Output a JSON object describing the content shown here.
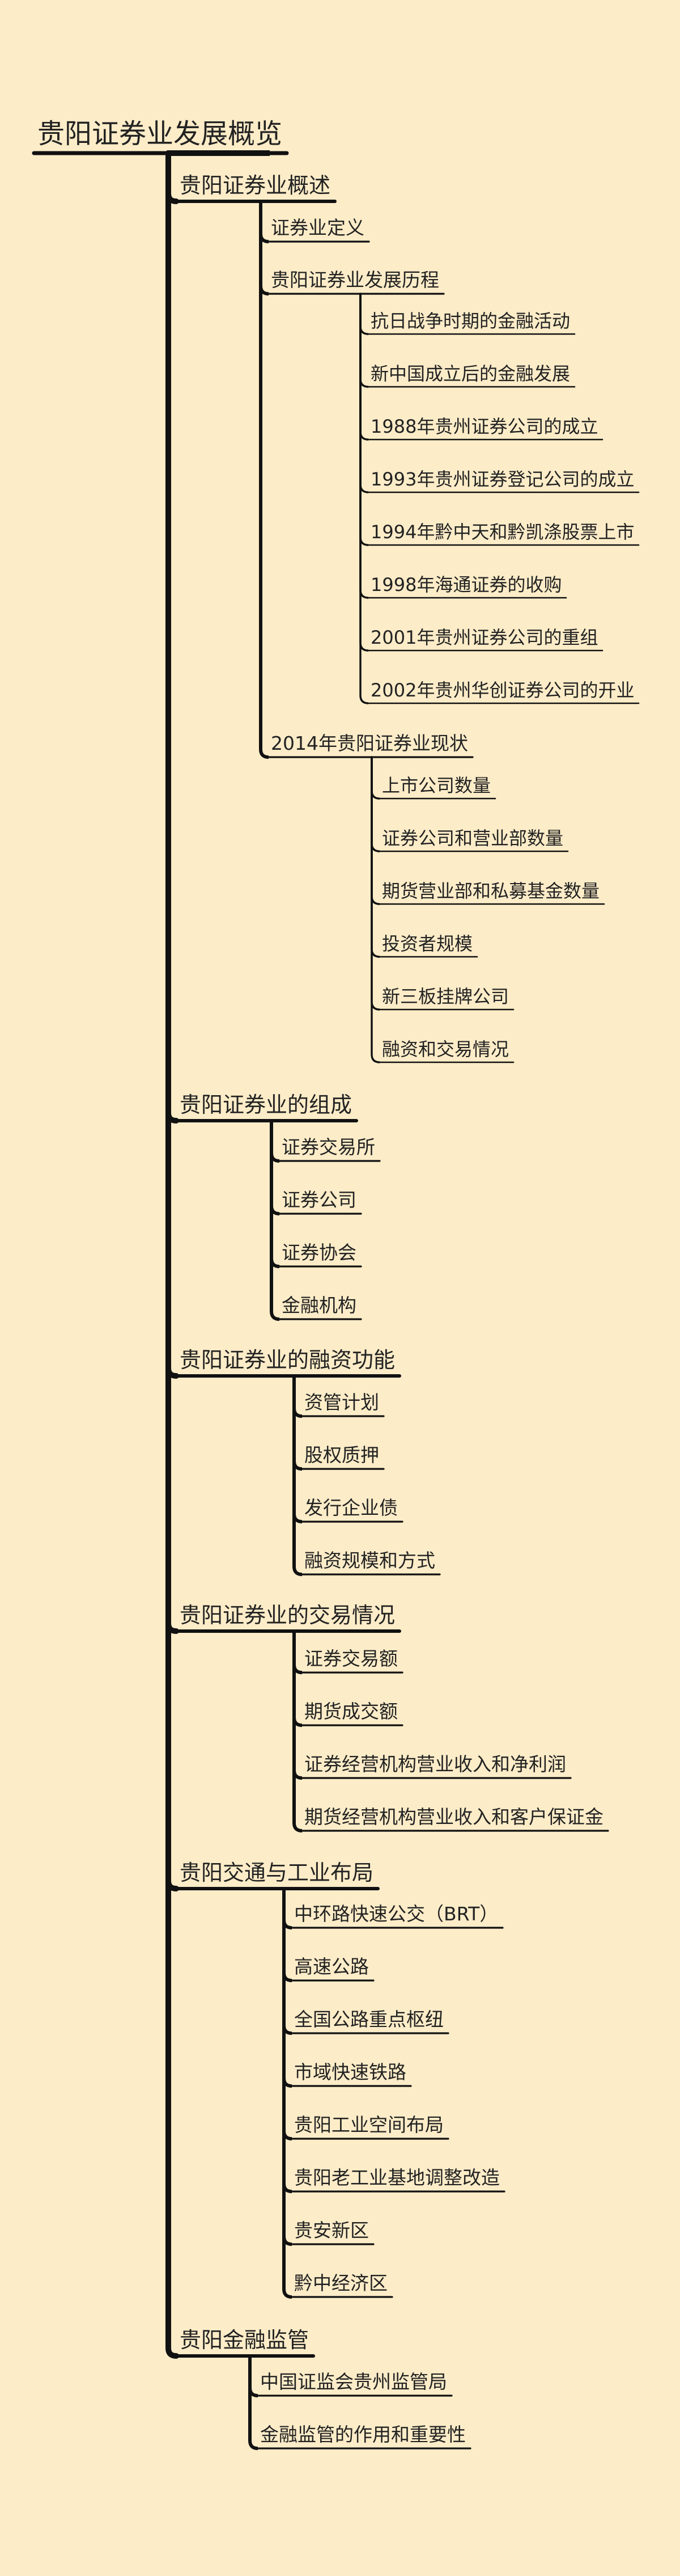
{
  "mindmap": {
    "root": "贵阳证券业发展概览",
    "branches": [
      {
        "label": "贵阳证券业概述",
        "children": [
          {
            "label": "证券业定义"
          },
          {
            "label": "贵阳证券业发展历程",
            "children": [
              {
                "label": "抗日战争时期的金融活动"
              },
              {
                "label": "新中国成立后的金融发展"
              },
              {
                "label": "1988年贵州证券公司的成立"
              },
              {
                "label": "1993年贵州证券登记公司的成立"
              },
              {
                "label": "1994年黔中天和黔凯涤股票上市"
              },
              {
                "label": "1998年海通证券的收购"
              },
              {
                "label": "2001年贵州证券公司的重组"
              },
              {
                "label": "2002年贵州华创证券公司的开业"
              }
            ]
          },
          {
            "label": "2014年贵阳证券业现状",
            "children": [
              {
                "label": "上市公司数量"
              },
              {
                "label": "证券公司和营业部数量"
              },
              {
                "label": "期货营业部和私募基金数量"
              },
              {
                "label": "投资者规模"
              },
              {
                "label": "新三板挂牌公司"
              },
              {
                "label": "融资和交易情况"
              }
            ]
          }
        ]
      },
      {
        "label": "贵阳证券业的组成",
        "children": [
          {
            "label": "证券交易所"
          },
          {
            "label": "证券公司"
          },
          {
            "label": "证券协会"
          },
          {
            "label": "金融机构"
          }
        ]
      },
      {
        "label": "贵阳证券业的融资功能",
        "children": [
          {
            "label": "资管计划"
          },
          {
            "label": "股权质押"
          },
          {
            "label": "发行企业债"
          },
          {
            "label": "融资规模和方式"
          }
        ]
      },
      {
        "label": "贵阳证券业的交易情况",
        "children": [
          {
            "label": "证券交易额"
          },
          {
            "label": "期货成交额"
          },
          {
            "label": "证券经营机构营业收入和净利润"
          },
          {
            "label": "期货经营机构营业收入和客户保证金"
          }
        ]
      },
      {
        "label": "贵阳交通与工业布局",
        "children": [
          {
            "label": "中环路快速公交（BRT）"
          },
          {
            "label": "高速公路"
          },
          {
            "label": "全国公路重点枢纽"
          },
          {
            "label": "市域快速铁路"
          },
          {
            "label": "贵阳工业空间布局"
          },
          {
            "label": "贵阳老工业基地调整改造"
          },
          {
            "label": "贵安新区"
          },
          {
            "label": "黔中经济区"
          }
        ]
      },
      {
        "label": "贵阳金融监管",
        "children": [
          {
            "label": "中国证监会贵州监管局"
          },
          {
            "label": "金融监管的作用和重要性"
          }
        ]
      }
    ]
  },
  "colors": {
    "background": "#fcecc8",
    "line": "#111111",
    "text": "#222222"
  }
}
